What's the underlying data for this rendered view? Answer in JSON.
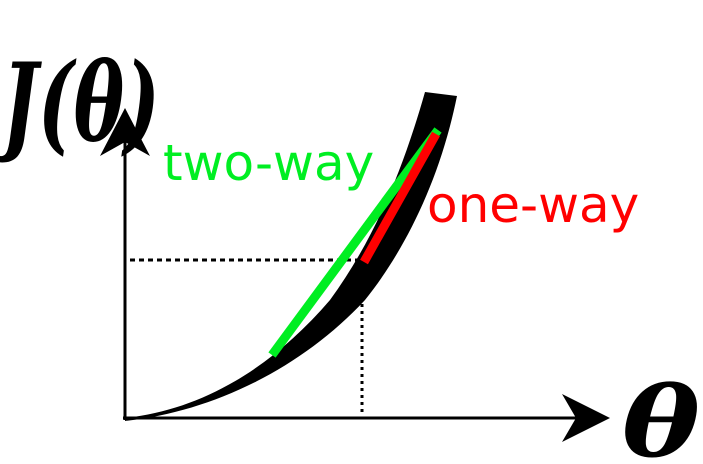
{
  "diagram": {
    "y_axis_label": "J(θ)",
    "x_axis_label": "θ",
    "annotations": {
      "two_way": "two-way",
      "one_way": "one-way"
    },
    "colors": {
      "curve": "#000000",
      "two_way": "#00ee22",
      "one_way": "#ff0000",
      "axes": "#000000",
      "guides": "#000000"
    }
  }
}
